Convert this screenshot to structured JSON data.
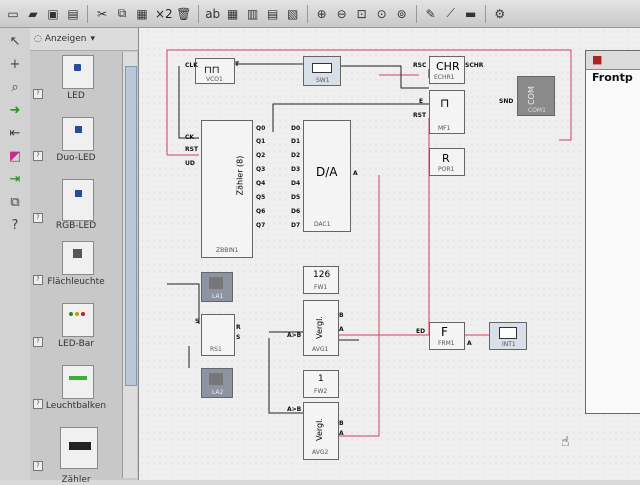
{
  "toolbar": {
    "zoom_label": "×2"
  },
  "palette": {
    "header": "Anzeigen",
    "items": [
      {
        "label": "LED"
      },
      {
        "label": "Duo-LED"
      },
      {
        "label": "RGB-LED"
      },
      {
        "label": "Flächleuchte"
      },
      {
        "label": "LED-Bar"
      },
      {
        "label": "Leuchtbalken"
      },
      {
        "label": "Zähler"
      }
    ]
  },
  "frontpanel": {
    "title": "Frontp"
  },
  "blocks": {
    "vco": {
      "name": "VCO1"
    },
    "sw": {
      "name": "SW1"
    },
    "chr": {
      "label": "CHR",
      "name": "ECHR1"
    },
    "mf": {
      "name": "MF1"
    },
    "r": {
      "label": "R",
      "name": "POR1"
    },
    "com": {
      "label": "COM",
      "name": "COM1"
    },
    "counter": {
      "label": "Zähler (8)",
      "name": "ZBBIN1"
    },
    "da": {
      "label": "D/A",
      "name": "DAC1"
    },
    "l1": {
      "name": "LA1"
    },
    "fw1": {
      "value": "126",
      "name": "FW1"
    },
    "avg1": {
      "label": "Vergl.",
      "name": "AVG1"
    },
    "ff": {
      "name": "RS1"
    },
    "l2": {
      "name": "LA2"
    },
    "fw2": {
      "value": "1",
      "name": "FW2"
    },
    "avg2": {
      "label": "Vergl.",
      "name": "AVG2"
    },
    "freq": {
      "label": "F",
      "name": "FRM1"
    },
    "inst": {
      "name": "INT1"
    }
  },
  "pins": {
    "clk": "CLK",
    "ck": "CK",
    "rst": "RST",
    "ud": "UD",
    "q": [
      "Q0",
      "Q1",
      "Q2",
      "Q3",
      "Q4",
      "Q5",
      "Q6",
      "Q7"
    ],
    "d": [
      "D0",
      "D1",
      "D2",
      "D3",
      "D4",
      "D5",
      "D6",
      "D7"
    ],
    "a": "A",
    "b": "B",
    "ab": "A>B",
    "s": "S",
    "r": "R",
    "e": "E",
    "rsc": "RSC",
    "schr": "SCHR",
    "snd": "SND",
    "ed": "ED",
    "t": "T"
  }
}
